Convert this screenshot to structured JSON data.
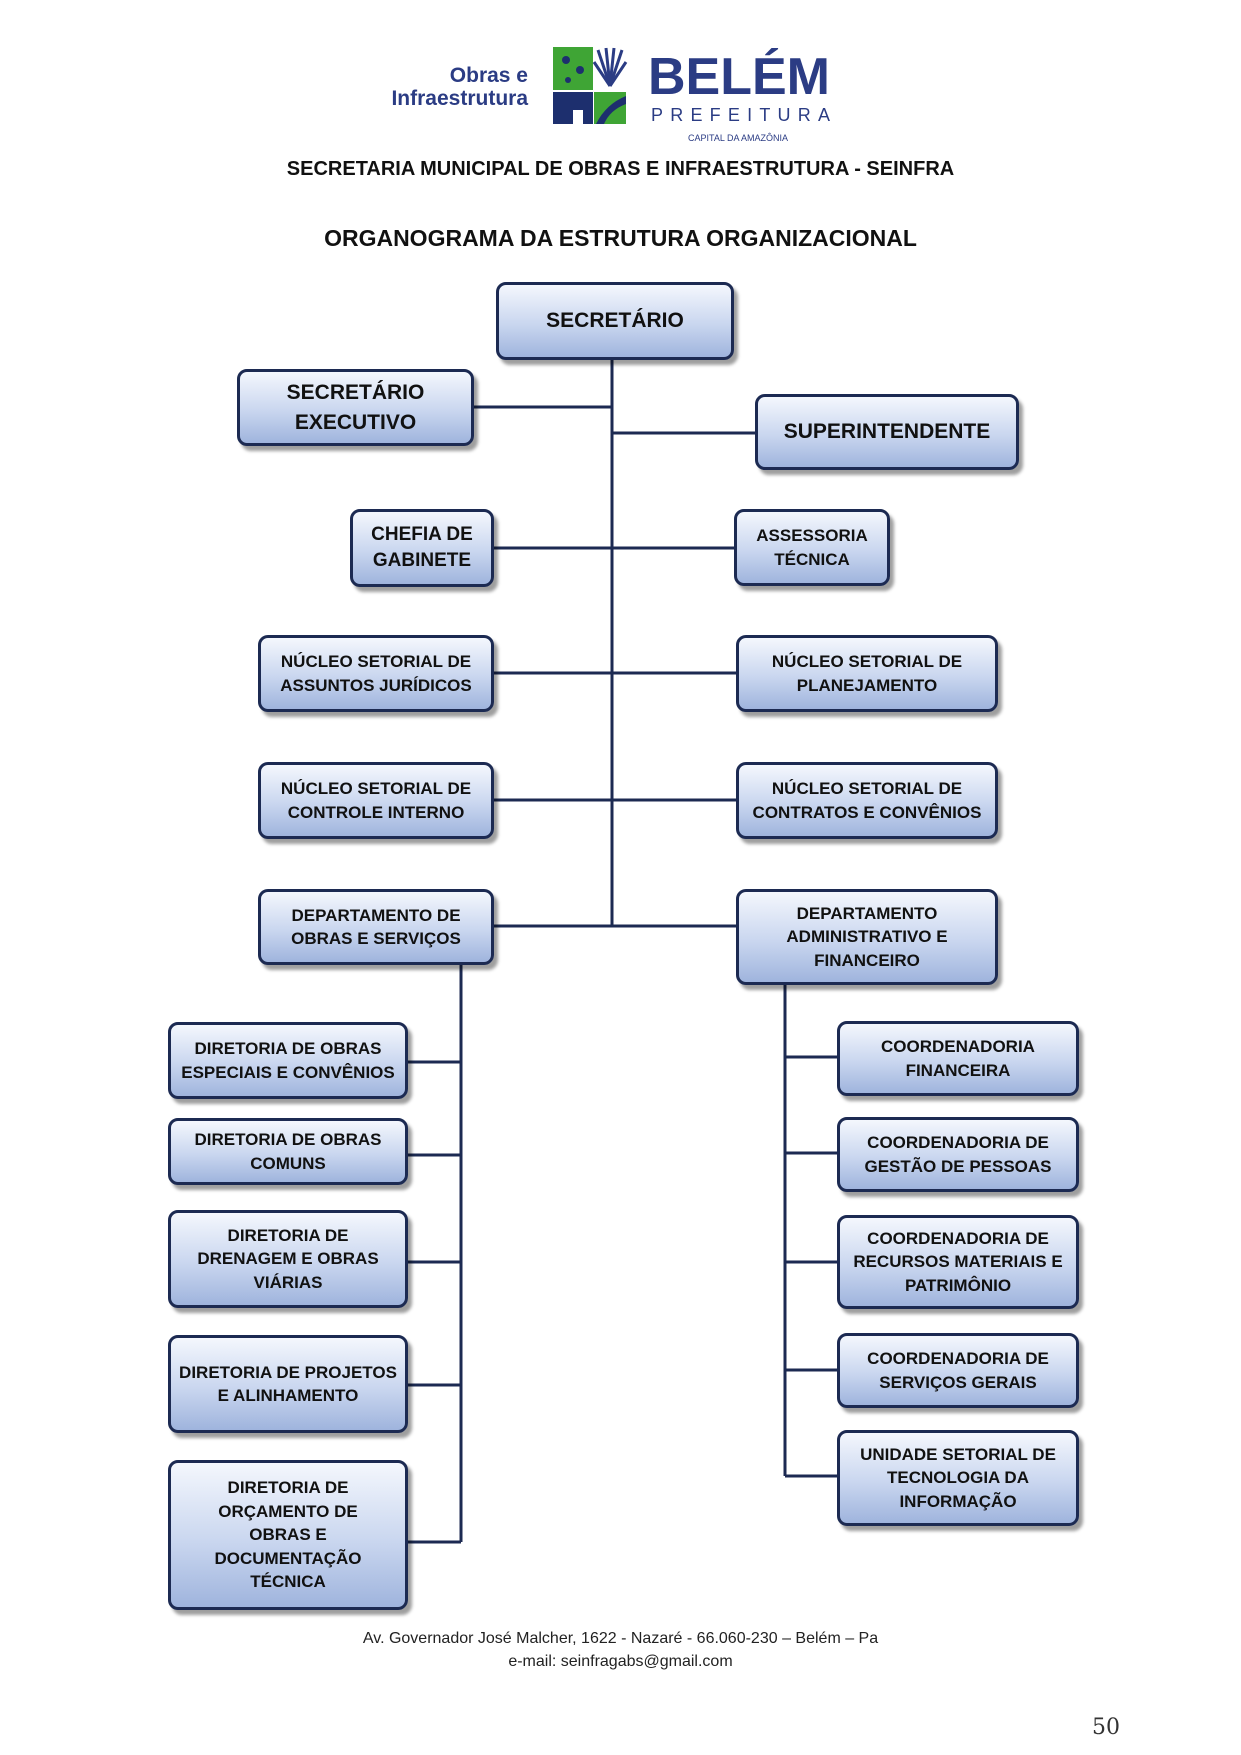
{
  "header": {
    "logo_left_line1": "Obras e",
    "logo_left_line2": "Infraestrutura",
    "logo_brand": "BELÉM",
    "logo_brand_sub": "PREFEITURA",
    "logo_tagline": "CAPITAL DA AMAZÔNIA",
    "subtitle": "SECRETARIA MUNICIPAL DE OBRAS E INFRAESTRUTURA - SEINFRA",
    "title": "ORGANOGRAMA DA ESTRUTURA ORGANIZACIONAL"
  },
  "org": {
    "secretario": "SECRETÁRIO",
    "secretario_executivo": "SECRETÁRIO EXECUTIVO",
    "superintendente": "SUPERINTENDENTE",
    "chefia_gabinete": "CHEFIA DE GABINETE",
    "assessoria_tecnica": "ASSESSORIA TÉCNICA",
    "nucleo_juridicos": "NÚCLEO SETORIAL DE ASSUNTOS JURÍDICOS",
    "nucleo_planejamento": "NÚCLEO SETORIAL DE PLANEJAMENTO",
    "nucleo_controle": "NÚCLEO SETORIAL DE CONTROLE INTERNO",
    "nucleo_contratos": "NÚCLEO SETORIAL DE CONTRATOS E CONVÊNIOS",
    "dep_obras": "DEPARTAMENTO DE OBRAS E SERVIÇOS",
    "dep_adm": "DEPARTAMENTO ADMINISTRATIVO E FINANCEIRO",
    "dir_especiais": "DIRETORIA DE OBRAS ESPECIAIS E CONVÊNIOS",
    "dir_comuns": "DIRETORIA DE OBRAS COMUNS",
    "dir_drenagem": "DIRETORIA DE DRENAGEM E OBRAS VIÁRIAS",
    "dir_projetos": "DIRETORIA DE PROJETOS E ALINHAMENTO",
    "dir_orcamento": "DIRETORIA DE ORÇAMENTO DE OBRAS E DOCUMENTAÇÃO TÉCNICA",
    "coord_financeira": "COORDENADORIA FINANCEIRA",
    "coord_pessoas": "COORDENADORIA DE GESTÃO DE PESSOAS",
    "coord_materiais": "COORDENADORIA DE RECURSOS MATERIAIS E PATRIMÔNIO",
    "coord_servicos": "COORDENADORIA DE SERVIÇOS GERAIS",
    "unidade_ti": "UNIDADE SETORIAL DE TECNOLOGIA DA INFORMAÇÃO"
  },
  "footer": {
    "address": "Av. Governador José Malcher, 1622 - Nazaré - 66.060-230 – Belém – Pa",
    "email": "e-mail: seinfragabs@gmail.com",
    "page_number": "50"
  },
  "colors": {
    "box_border": "#1c2a52",
    "connector": "#1c2a52",
    "brand_navy": "#2b3c84",
    "brand_green": "#3fa535"
  }
}
